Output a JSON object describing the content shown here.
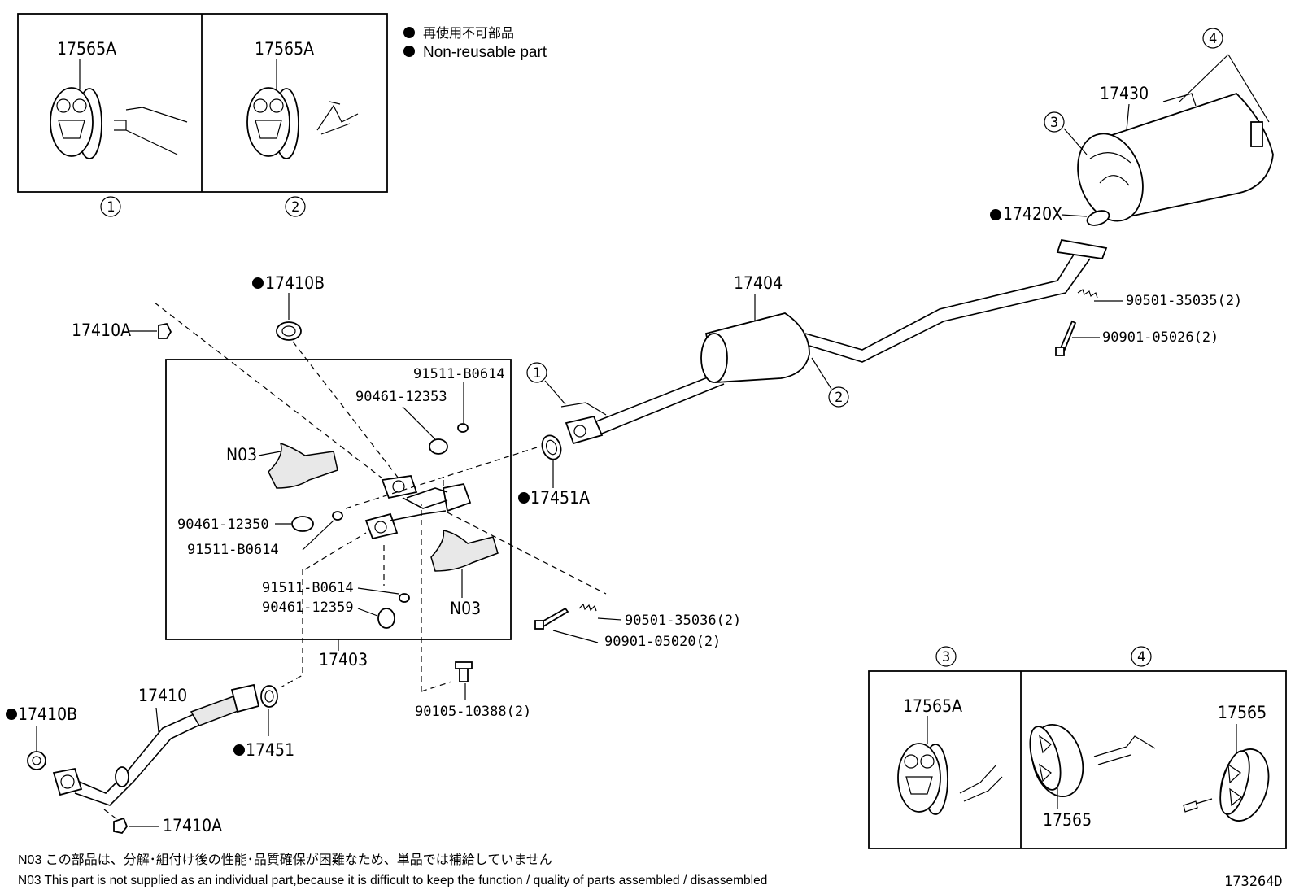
{
  "legend": {
    "jp": "再使用不可部品",
    "en": "Non-reusable part"
  },
  "detail_refs": [
    "1",
    "2",
    "3",
    "4"
  ],
  "parts": {
    "p17565A": "17565A",
    "p17565": "17565",
    "p17430": "17430",
    "p17420X": "17420X",
    "p17404": "17404",
    "p17410B": "17410B",
    "p17410A": "17410A",
    "p17410": "17410",
    "p17403": "17403",
    "p17451A": "17451A",
    "p17451": "17451",
    "pN03": "N03",
    "p91511_B0614": "91511-B0614",
    "p90461_12353": "90461-12353",
    "p90461_12350": "90461-12350",
    "p90461_12359": "90461-12359",
    "p90501_35035": "90501-35035(2)",
    "p90901_05026": "90901-05026(2)",
    "p90501_35036": "90501-35036(2)",
    "p90901_05020": "90901-05020(2)",
    "p90105_10388": "90105-10388(2)"
  },
  "footnote": {
    "jp": "N03 この部品は、分解･組付け後の性能･品質確保が困難なため、単品では補給していません",
    "en": "N03 This part is not supplied as an individual part,because it is difficult to keep the function / quality of parts assembled / disassembled"
  },
  "figure_id": "173264D"
}
